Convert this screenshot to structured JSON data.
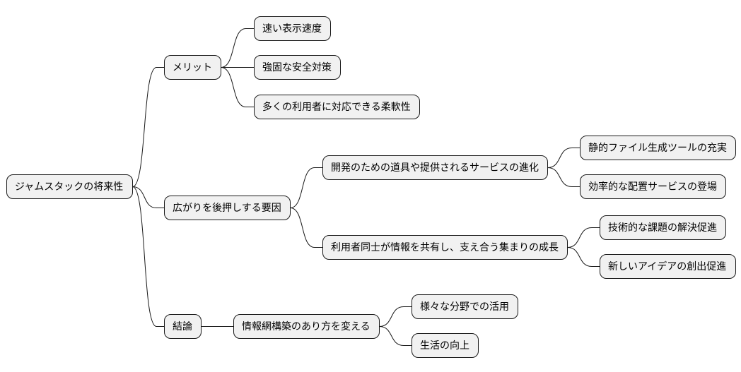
{
  "mindmap": {
    "root": {
      "id": "root",
      "label": "ジャムスタックの将来性",
      "children": [
        {
          "id": "merit",
          "label": "メリット",
          "children": [
            {
              "id": "fast-display",
              "label": "速い表示速度"
            },
            {
              "id": "security",
              "label": "強固な安全対策"
            },
            {
              "id": "scalability",
              "label": "多くの利用者に対応できる柔軟性"
            }
          ]
        },
        {
          "id": "factors",
          "label": "広がりを後押しする要因",
          "children": [
            {
              "id": "tools-evolution",
              "label": "開発のための道具や提供されるサービスの進化",
              "children": [
                {
                  "id": "ssg",
                  "label": "静的ファイル生成ツールの充実"
                },
                {
                  "id": "deploy-services",
                  "label": "効率的な配置サービスの登場"
                }
              ]
            },
            {
              "id": "community",
              "label": "利用者同士が情報を共有し、支え合う集まりの成長",
              "children": [
                {
                  "id": "tech-issues",
                  "label": "技術的な課題の解決促進"
                },
                {
                  "id": "new-ideas",
                  "label": "新しいアイデアの創出促進"
                }
              ]
            }
          ]
        },
        {
          "id": "conclusion",
          "label": "結論",
          "children": [
            {
              "id": "change-info",
              "label": "情報網構築のあり方を変える",
              "children": [
                {
                  "id": "various-fields",
                  "label": "様々な分野での活用"
                },
                {
                  "id": "life-improve",
                  "label": "生活の向上"
                }
              ]
            }
          ]
        }
      ]
    }
  }
}
